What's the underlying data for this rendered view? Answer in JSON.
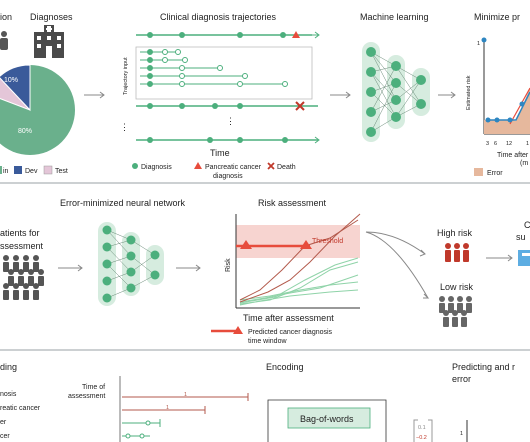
{
  "panel_top": {
    "title_population": "ion",
    "title_diagnoses": "Diagnoses",
    "title_trajectories": "Clinical diagnosis trajectories",
    "title_ml": "Machine learning",
    "title_minimize": "Minimize pr",
    "pie": {
      "slices": [
        {
          "label": "80%",
          "value": 80,
          "color": "#6ab08c"
        },
        {
          "label": "10%",
          "value": 10,
          "color": "#3a5a9a"
        },
        {
          "label": "",
          "value": 10,
          "color": "#e4c6d8"
        }
      ]
    },
    "legend": [
      {
        "label": "in",
        "color": "#6ab08c"
      },
      {
        "label": "Dev",
        "color": "#3a5a9a"
      },
      {
        "label": "Test",
        "color": "#e4c6d8"
      }
    ],
    "trajectory_axis_label": "Trajectory input",
    "time_label": "Time",
    "ellipsis": "⋮",
    "traj_legend": {
      "diagnosis": "Diagnosis",
      "pancreatic": "Pancreatic cancer",
      "pancreatic2": "diagnosis",
      "death": "Death"
    },
    "risk_plot": {
      "ylabel": "Estimated risk",
      "y_tick": "1",
      "x_ticks": [
        "3",
        "6",
        "12",
        "1"
      ],
      "xlabel1": "Time after",
      "xlabel2": "(m",
      "legend_error": "Error"
    }
  },
  "panel_mid": {
    "patients_line1": "atients for",
    "patients_line2": "ssessment",
    "network_title": "Error-minimized neural network",
    "risk_title": "Risk assessment",
    "risk_ylabel": "Risk",
    "threshold": "Threshold",
    "xlabel": "Time after assessment",
    "legend_line1": "Predicted cancer diagnosis",
    "legend_line2": "time window",
    "high_risk": "High risk",
    "low_risk": "Low risk",
    "right_c": "C",
    "right_su": "su"
  },
  "panel_bottom": {
    "title_left": "ding",
    "items": [
      "nosis",
      "reatic cancer",
      "er",
      "cer"
    ],
    "time_of": "Time of",
    "assessment": "assessment",
    "marker_one": "1",
    "encoding_title": "Encoding",
    "bag_of_words": "Bag-of-words",
    "val1": "0.1",
    "val2": "−0.2",
    "predict_title1": "Predicting and r",
    "predict_title2": "error",
    "y_one": "1"
  }
}
